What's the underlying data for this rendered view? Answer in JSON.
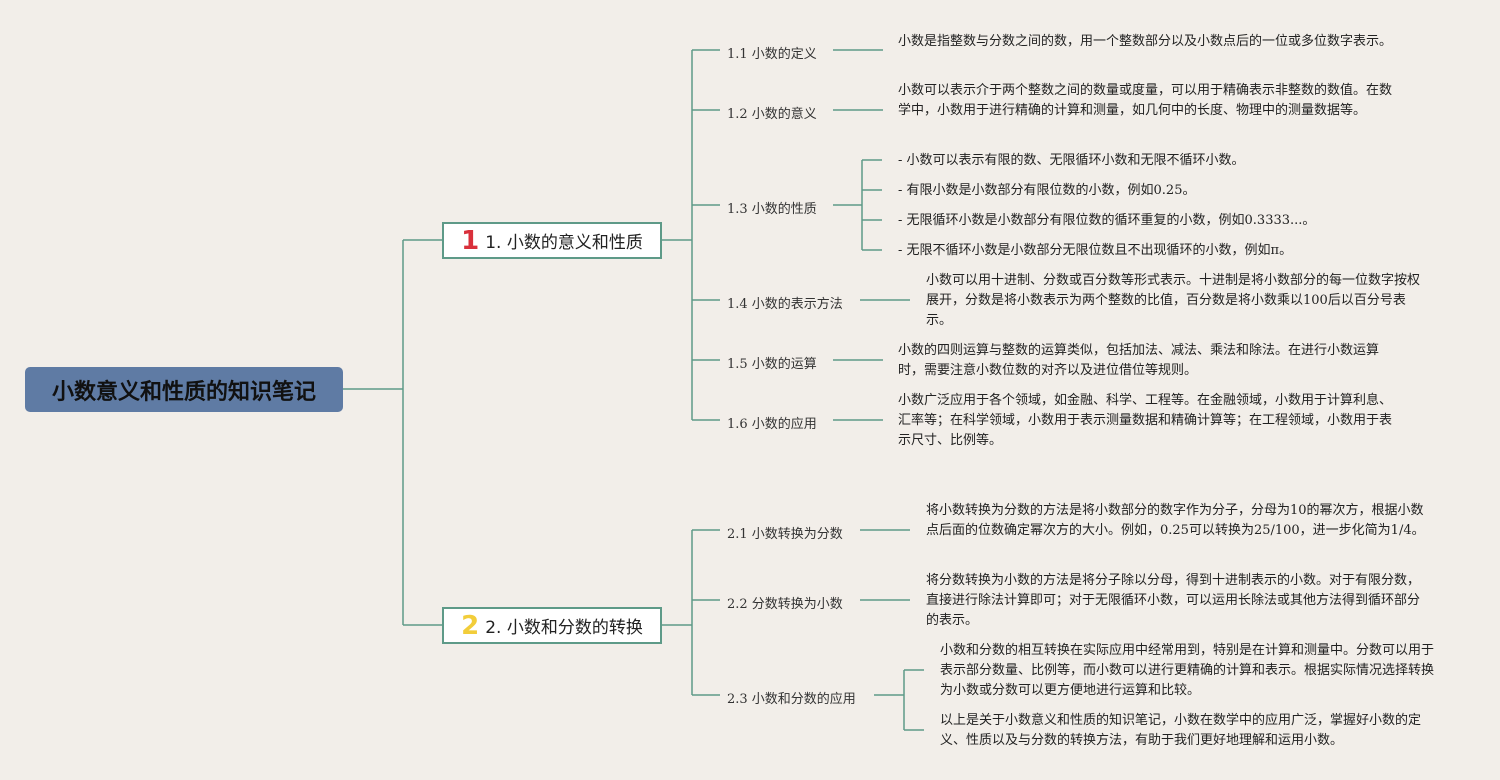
{
  "root": {
    "title": "小数意义和性质的知识笔记"
  },
  "branches": [
    {
      "marker": "1",
      "marker_color": "#d9303b",
      "label": "1. 小数的意义和性质",
      "children": [
        {
          "label": "1.1 小数的定义",
          "notes": [
            "小数是指整数与分数之间的数，用一个整数部分以及小数点后的一位或多位数字表示。"
          ]
        },
        {
          "label": "1.2 小数的意义",
          "notes": [
            "小数可以表示介于两个整数之间的数量或度量，可以用于精确表示非整数的数值。在数学中，小数用于进行精确的计算和测量，如几何中的长度、物理中的测量数据等。"
          ]
        },
        {
          "label": "1.3 小数的性质",
          "notes": [
            "- 小数可以表示有限的数、无限循环小数和无限不循环小数。",
            "- 有限小数是小数部分有限位数的小数，例如0.25。",
            "- 无限循环小数是小数部分有限位数的循环重复的小数，例如0.3333...。",
            "- 无限不循环小数是小数部分无限位数且不出现循环的小数，例如π。"
          ]
        },
        {
          "label": "1.4 小数的表示方法",
          "notes": [
            "小数可以用十进制、分数或百分数等形式表示。十进制是将小数部分的每一位数字按权展开，分数是将小数表示为两个整数的比值，百分数是将小数乘以100后以百分号表示。"
          ]
        },
        {
          "label": "1.5 小数的运算",
          "notes": [
            "小数的四则运算与整数的运算类似，包括加法、减法、乘法和除法。在进行小数运算时，需要注意小数位数的对齐以及进位借位等规则。"
          ]
        },
        {
          "label": "1.6 小数的应用",
          "notes": [
            "小数广泛应用于各个领域，如金融、科学、工程等。在金融领域，小数用于计算利息、汇率等；在科学领域，小数用于表示测量数据和精确计算等；在工程领域，小数用于表示尺寸、比例等。"
          ]
        }
      ]
    },
    {
      "marker": "2",
      "marker_color": "#f2cd3a",
      "label": "2. 小数和分数的转换",
      "children": [
        {
          "label": "2.1 小数转换为分数",
          "notes": [
            "将小数转换为分数的方法是将小数部分的数字作为分子，分母为10的幂次方，根据小数点后面的位数确定幂次方的大小。例如，0.25可以转换为25/100，进一步化简为1/4。"
          ]
        },
        {
          "label": "2.2 分数转换为小数",
          "notes": [
            "将分数转换为小数的方法是将分子除以分母，得到十进制表示的小数。对于有限分数，直接进行除法计算即可；对于无限循环小数，可以运用长除法或其他方法得到循环部分的表示。"
          ]
        },
        {
          "label": "2.3 小数和分数的应用",
          "notes": [
            "小数和分数的相互转换在实际应用中经常用到，特别是在计算和测量中。分数可以用于表示部分数量、比例等，而小数可以进行更精确的计算和表示。根据实际情况选择转换为小数或分数可以更方便地进行运算和比较。",
            "以上是关于小数意义和性质的知识笔记，小数在数学中的应用广泛，掌握好小数的定义、性质以及与分数的转换方法，有助于我们更好地理解和运用小数。"
          ]
        }
      ]
    }
  ],
  "colors": {
    "connector": "#5e9a88",
    "root_bg": "#5f7ba4",
    "background": "#f2eee9"
  }
}
